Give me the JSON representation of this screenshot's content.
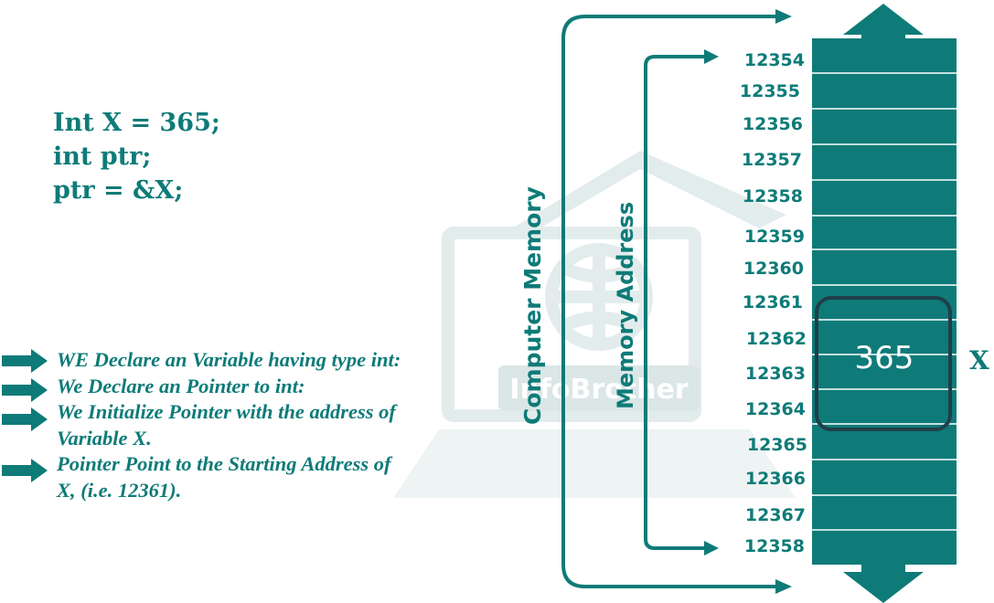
{
  "code_lines": [
    "Int X = 365;",
    "int ptr;",
    "ptr = &X;"
  ],
  "notes": [
    "WE Declare an Variable having type int:",
    "We Declare an Pointer to int:",
    "We Initialize Pointer with the address of",
    "Variable X.",
    "Pointer Point to the Starting Address of",
    "X, (i.e. 12361)."
  ],
  "labels": {
    "computer_memory": "Computer Memory",
    "memory_address": "Memory Address",
    "variable_name": "X",
    "value": "365"
  },
  "addresses": [
    "12354",
    "12355",
    "12356",
    "12357",
    "12358",
    "12359",
    "12360",
    "12361",
    "12362",
    "12363",
    "12364",
    "12365",
    "12366",
    "12367",
    "12358"
  ],
  "watermark": "InfoBrother",
  "colors": {
    "teal": "#0e7b78",
    "dark_outline": "#1f3f4a",
    "watermark": "#e3ecec"
  },
  "icons": {
    "bullet": "right-arrow-icon",
    "up": "up-arrow-icon",
    "down": "down-arrow-icon"
  }
}
